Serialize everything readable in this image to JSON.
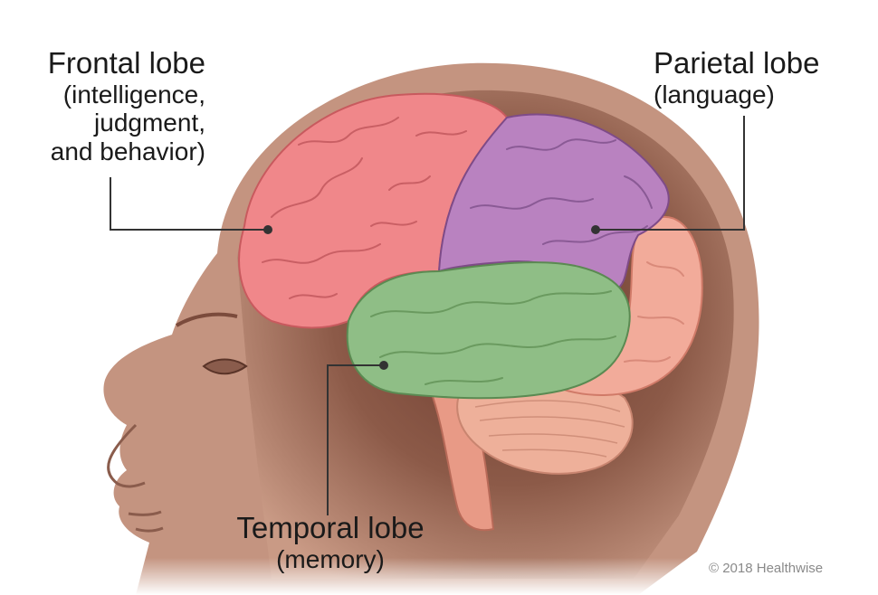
{
  "labels": {
    "frontal": {
      "title": "Frontal lobe",
      "lines": [
        "(intelligence,",
        "judgment,",
        "and behavior)"
      ]
    },
    "parietal": {
      "title": "Parietal lobe",
      "lines": [
        "(language)"
      ]
    },
    "temporal": {
      "title": "Temporal lobe",
      "lines": [
        "(memory)"
      ]
    }
  },
  "copyright": "© 2018 Healthwise",
  "colors": {
    "skin": "#bd8f7a",
    "skin_dark": "#7a4a3a",
    "frontal": "#f0878a",
    "parietal": "#b982c0",
    "temporal": "#8fbe86",
    "occipital": "#f2ab9a",
    "cerebellum": "#eeb09a"
  }
}
